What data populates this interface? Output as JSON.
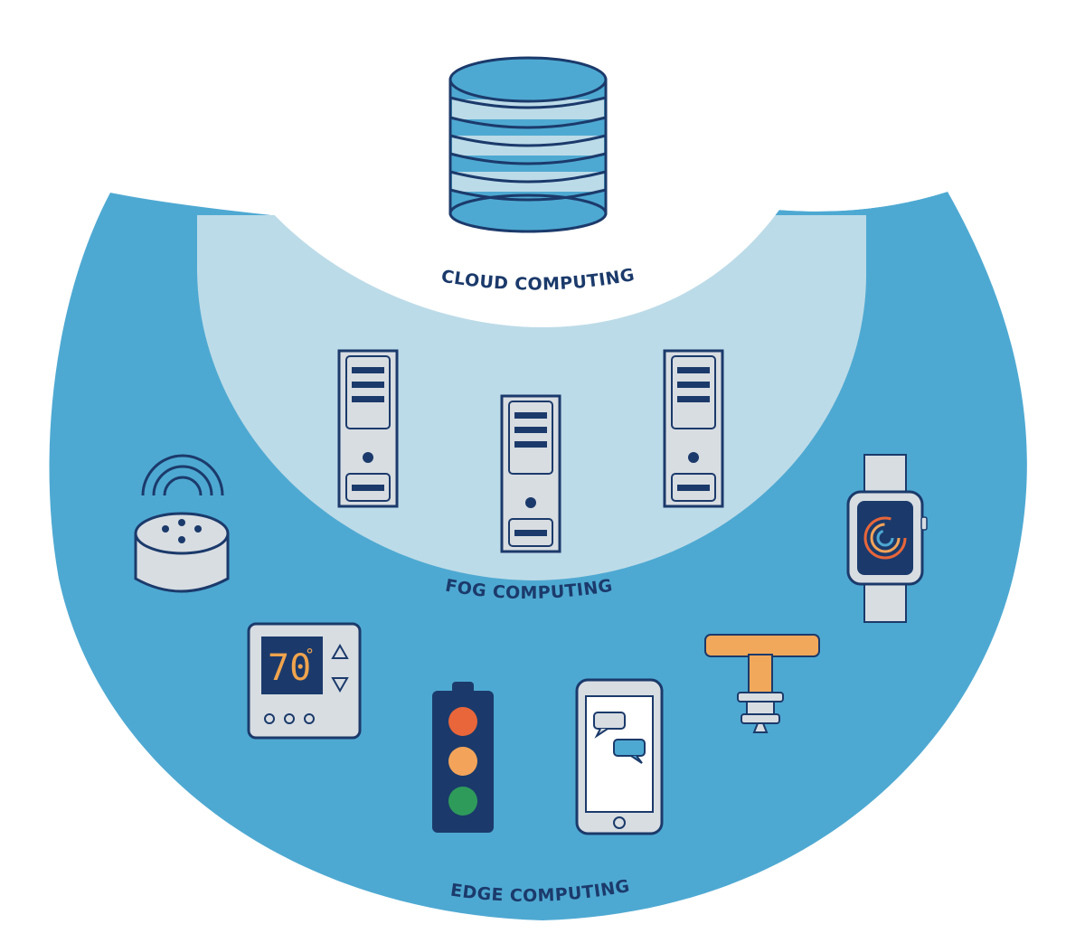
{
  "layers": {
    "cloud": {
      "label": "CLOUD COMPUTING"
    },
    "fog": {
      "label": "FOG COMPUTING"
    },
    "edge": {
      "label": "EDGE COMPUTING"
    }
  },
  "thermostat": {
    "temperature": "70",
    "degree_symbol": "°"
  },
  "colors": {
    "edge_fill": "#4ea9d2",
    "fog_fill": "#bcdbe8",
    "navy": "#1b3a6b",
    "device_gray": "#d8dde2",
    "traffic_red": "#e8663a",
    "traffic_amber": "#f3a45a",
    "traffic_green": "#2e9b5a",
    "valve_orange": "#f2a85a"
  },
  "icons": [
    "database-icon",
    "server-icon",
    "smart-speaker-icon",
    "thermostat-icon",
    "traffic-light-icon",
    "smartphone-icon",
    "valve-icon",
    "smartwatch-icon"
  ]
}
